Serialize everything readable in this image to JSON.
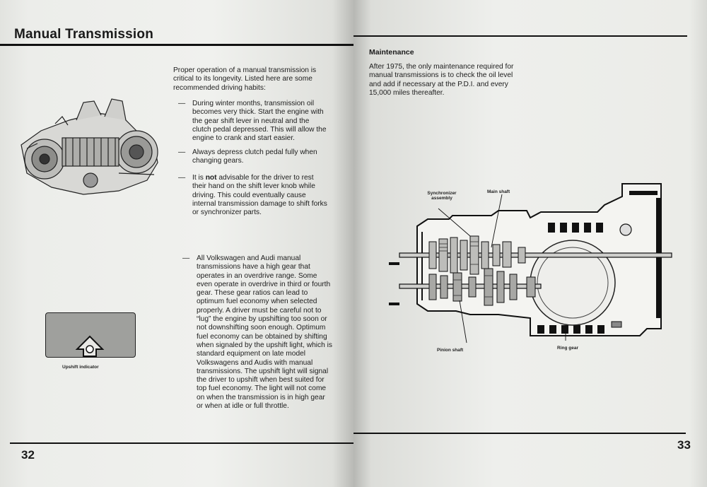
{
  "left_page": {
    "title": "Manual Transmission",
    "intro": "Proper operation of a manual transmission is critical to its longevity. Listed here are some recommended driving habits:",
    "bullets": [
      "During winter months, transmission oil becomes very thick. Start the engine with the gear shift lever in neutral and the clutch pedal depressed. This will allow the engine to crank and start easier.",
      "Always depress clutch pedal fully when changing gears."
    ],
    "bullet3": {
      "before": "It is ",
      "bold": "not",
      "after": " advisable for the driver to rest their hand on the shift lever knob while driving. This could eventually cause internal transmission damage to shift forks or synchronizer parts."
    },
    "bullet4": "All Volkswagen and Audi manual transmissions have a high gear that operates in an overdrive range. Some even operate in overdrive in third or fourth gear. These gear ratios can lead to optimum fuel economy when selected properly. A driver must be careful not to “lug” the engine by upshifting too soon or not downshifting soon enough. Optimum fuel economy can be obtained by shifting when signaled by the upshift light, which is standard equipment on late model Volkswagens and Audis with manual transmissions. The upshift light will signal the driver to upshift when best suited for top fuel economy. The light will not come on when the transmission is in high gear or when at idle or full throttle.",
    "dash": "—",
    "indicator_caption": "Upshift indicator",
    "page_number": "32"
  },
  "right_page": {
    "section_title": "Maintenance",
    "body": "After 1975, the only maintenance required for manual transmissions is to check the oil level and add if necessary at the P.D.I. and every 15,000 miles thereafter.",
    "labels": {
      "synchronizer": "Synchronizer assembly",
      "main_shaft": "Main shaft",
      "pinion_shaft": "Pinion shaft",
      "ring_gear": "Ring gear"
    },
    "page_number": "33"
  },
  "icons": [
    "transmission-illustration",
    "upshift-arrow-icon",
    "transmission-cutaway-diagram"
  ]
}
